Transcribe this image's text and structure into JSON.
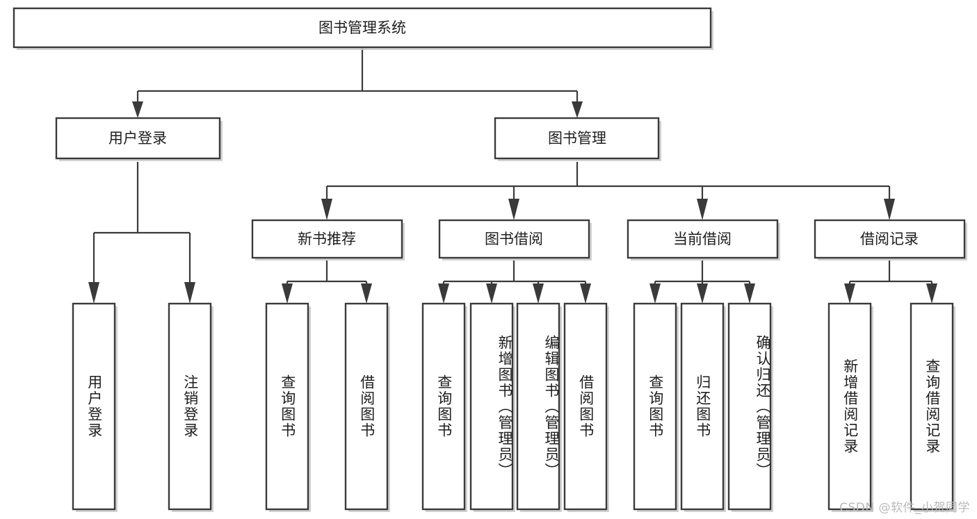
{
  "diagram": {
    "title": "图书管理系统",
    "type": "tree-hierarchy",
    "root": {
      "label": "图书管理系统"
    },
    "level2": [
      {
        "label": "用户登录"
      },
      {
        "label": "图书管理"
      }
    ],
    "level3": [
      {
        "label": "新书推荐"
      },
      {
        "label": "图书借阅"
      },
      {
        "label": "当前借阅"
      },
      {
        "label": "借阅记录"
      }
    ],
    "leaves": {
      "user_login": [
        {
          "label": "用户登录"
        },
        {
          "label": "注销登录"
        }
      ],
      "new_book_recommend": [
        {
          "label": "查询图书"
        },
        {
          "label": "借阅图书"
        }
      ],
      "book_borrow": [
        {
          "label": "查询图书"
        },
        {
          "label": "新增图书（管理员）"
        },
        {
          "label": "编辑图书（管理员）"
        },
        {
          "label": "借阅图书"
        }
      ],
      "current_borrow": [
        {
          "label": "查询图书"
        },
        {
          "label": "归还图书"
        },
        {
          "label": "确认归还（管理员）"
        }
      ],
      "borrow_record": [
        {
          "label": "新增借阅记录"
        },
        {
          "label": "查询借阅记录"
        }
      ]
    }
  },
  "watermark": {
    "text": "CSDN @软件_小贺同学"
  },
  "colors": {
    "box_border": "#3a3a3a",
    "box_fill": "#ffffff",
    "text": "#1d1d1d",
    "connector": "#3a3a3a",
    "shadow": "#c9c9c9",
    "watermark": "#b9b9b9",
    "background": "#ffffff"
  }
}
